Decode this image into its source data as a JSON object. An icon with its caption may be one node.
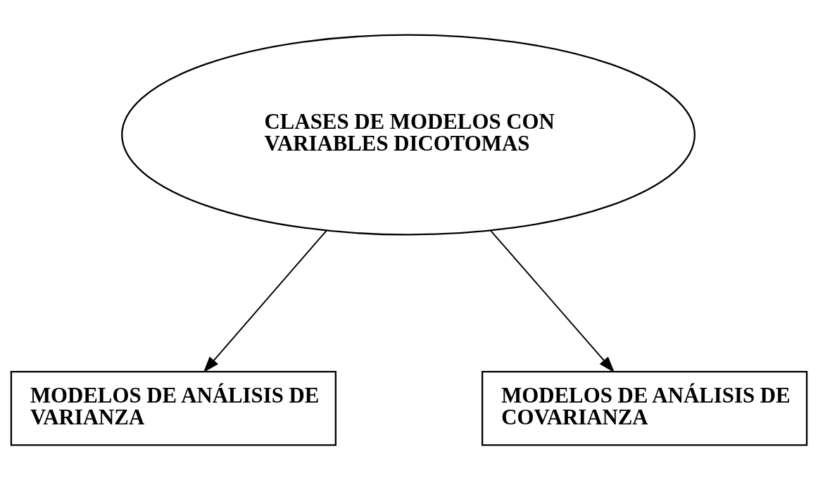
{
  "diagram": {
    "nodes": [
      {
        "text": [
          "CLASES DE MODELOS CON VARIABLES DICOTOMAS"
        ]
      },
      {
        "text": [
          "MODELOS DE ANÁLISIS DE VARIANZA"
        ]
      },
      {
        "text": [
          "MODELOS DE ANÁLISIS DE COVARIANZA"
        ]
      }
    ],
    "edges": [
      {
        "from": 0,
        "to": 1,
        "arrow": "to"
      },
      {
        "from": 0,
        "to": 2,
        "arrow": "to"
      }
    ]
  }
}
